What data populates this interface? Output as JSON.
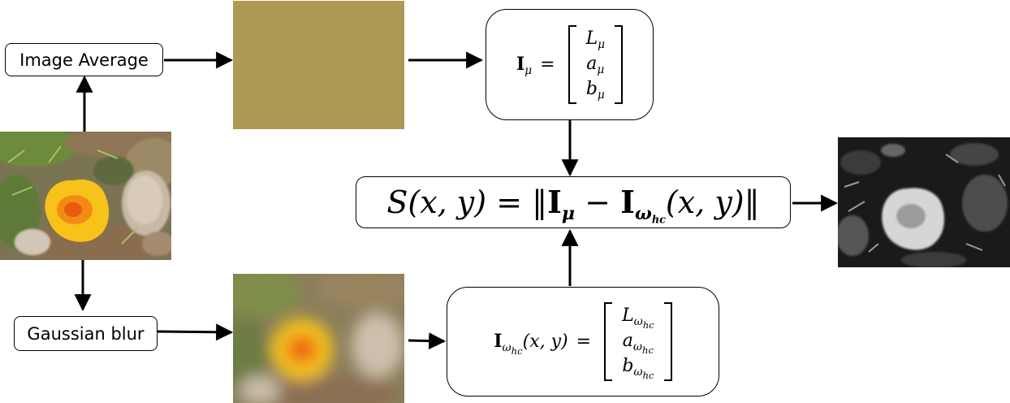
{
  "labels": {
    "image_average": "Image Average",
    "gaussian_blur": "Gaussian blur"
  },
  "colors": {
    "average_swatch": "#ae9a55",
    "flower_outer": "#f7c21a",
    "flower_center": "#ee5a10",
    "saliency_background": "#1a1a1a",
    "saliency_flower": "#d0d0d0"
  },
  "equations": {
    "mean_vector": {
      "lhs_symbol": "I",
      "lhs_subscript": "μ",
      "equals": "=",
      "rows": [
        {
          "symbol": "L",
          "subscript": "μ"
        },
        {
          "symbol": "a",
          "subscript": "μ"
        },
        {
          "symbol": "b",
          "subscript": "μ"
        }
      ]
    },
    "blur_vector": {
      "lhs_symbol": "I",
      "lhs_subscript_base": "ω",
      "lhs_subscript_sub": "hc",
      "lhs_args": "(x, y)",
      "equals": "=",
      "rows": [
        {
          "symbol": "L",
          "subscript_base": "ω",
          "subscript_sub": "hc"
        },
        {
          "symbol": "a",
          "subscript_base": "ω",
          "subscript_sub": "hc"
        },
        {
          "symbol": "b",
          "subscript_base": "ω",
          "subscript_sub": "hc"
        }
      ]
    },
    "saliency": {
      "lhs": "S(x, y)",
      "equals": "=",
      "norm_open": "‖",
      "term1_symbol": "I",
      "term1_subscript": "μ",
      "minus": "−",
      "term2_symbol": "I",
      "term2_subscript_base": "ω",
      "term2_subscript_sub": "hc",
      "term2_args": "(x, y)",
      "norm_close": "‖"
    }
  }
}
